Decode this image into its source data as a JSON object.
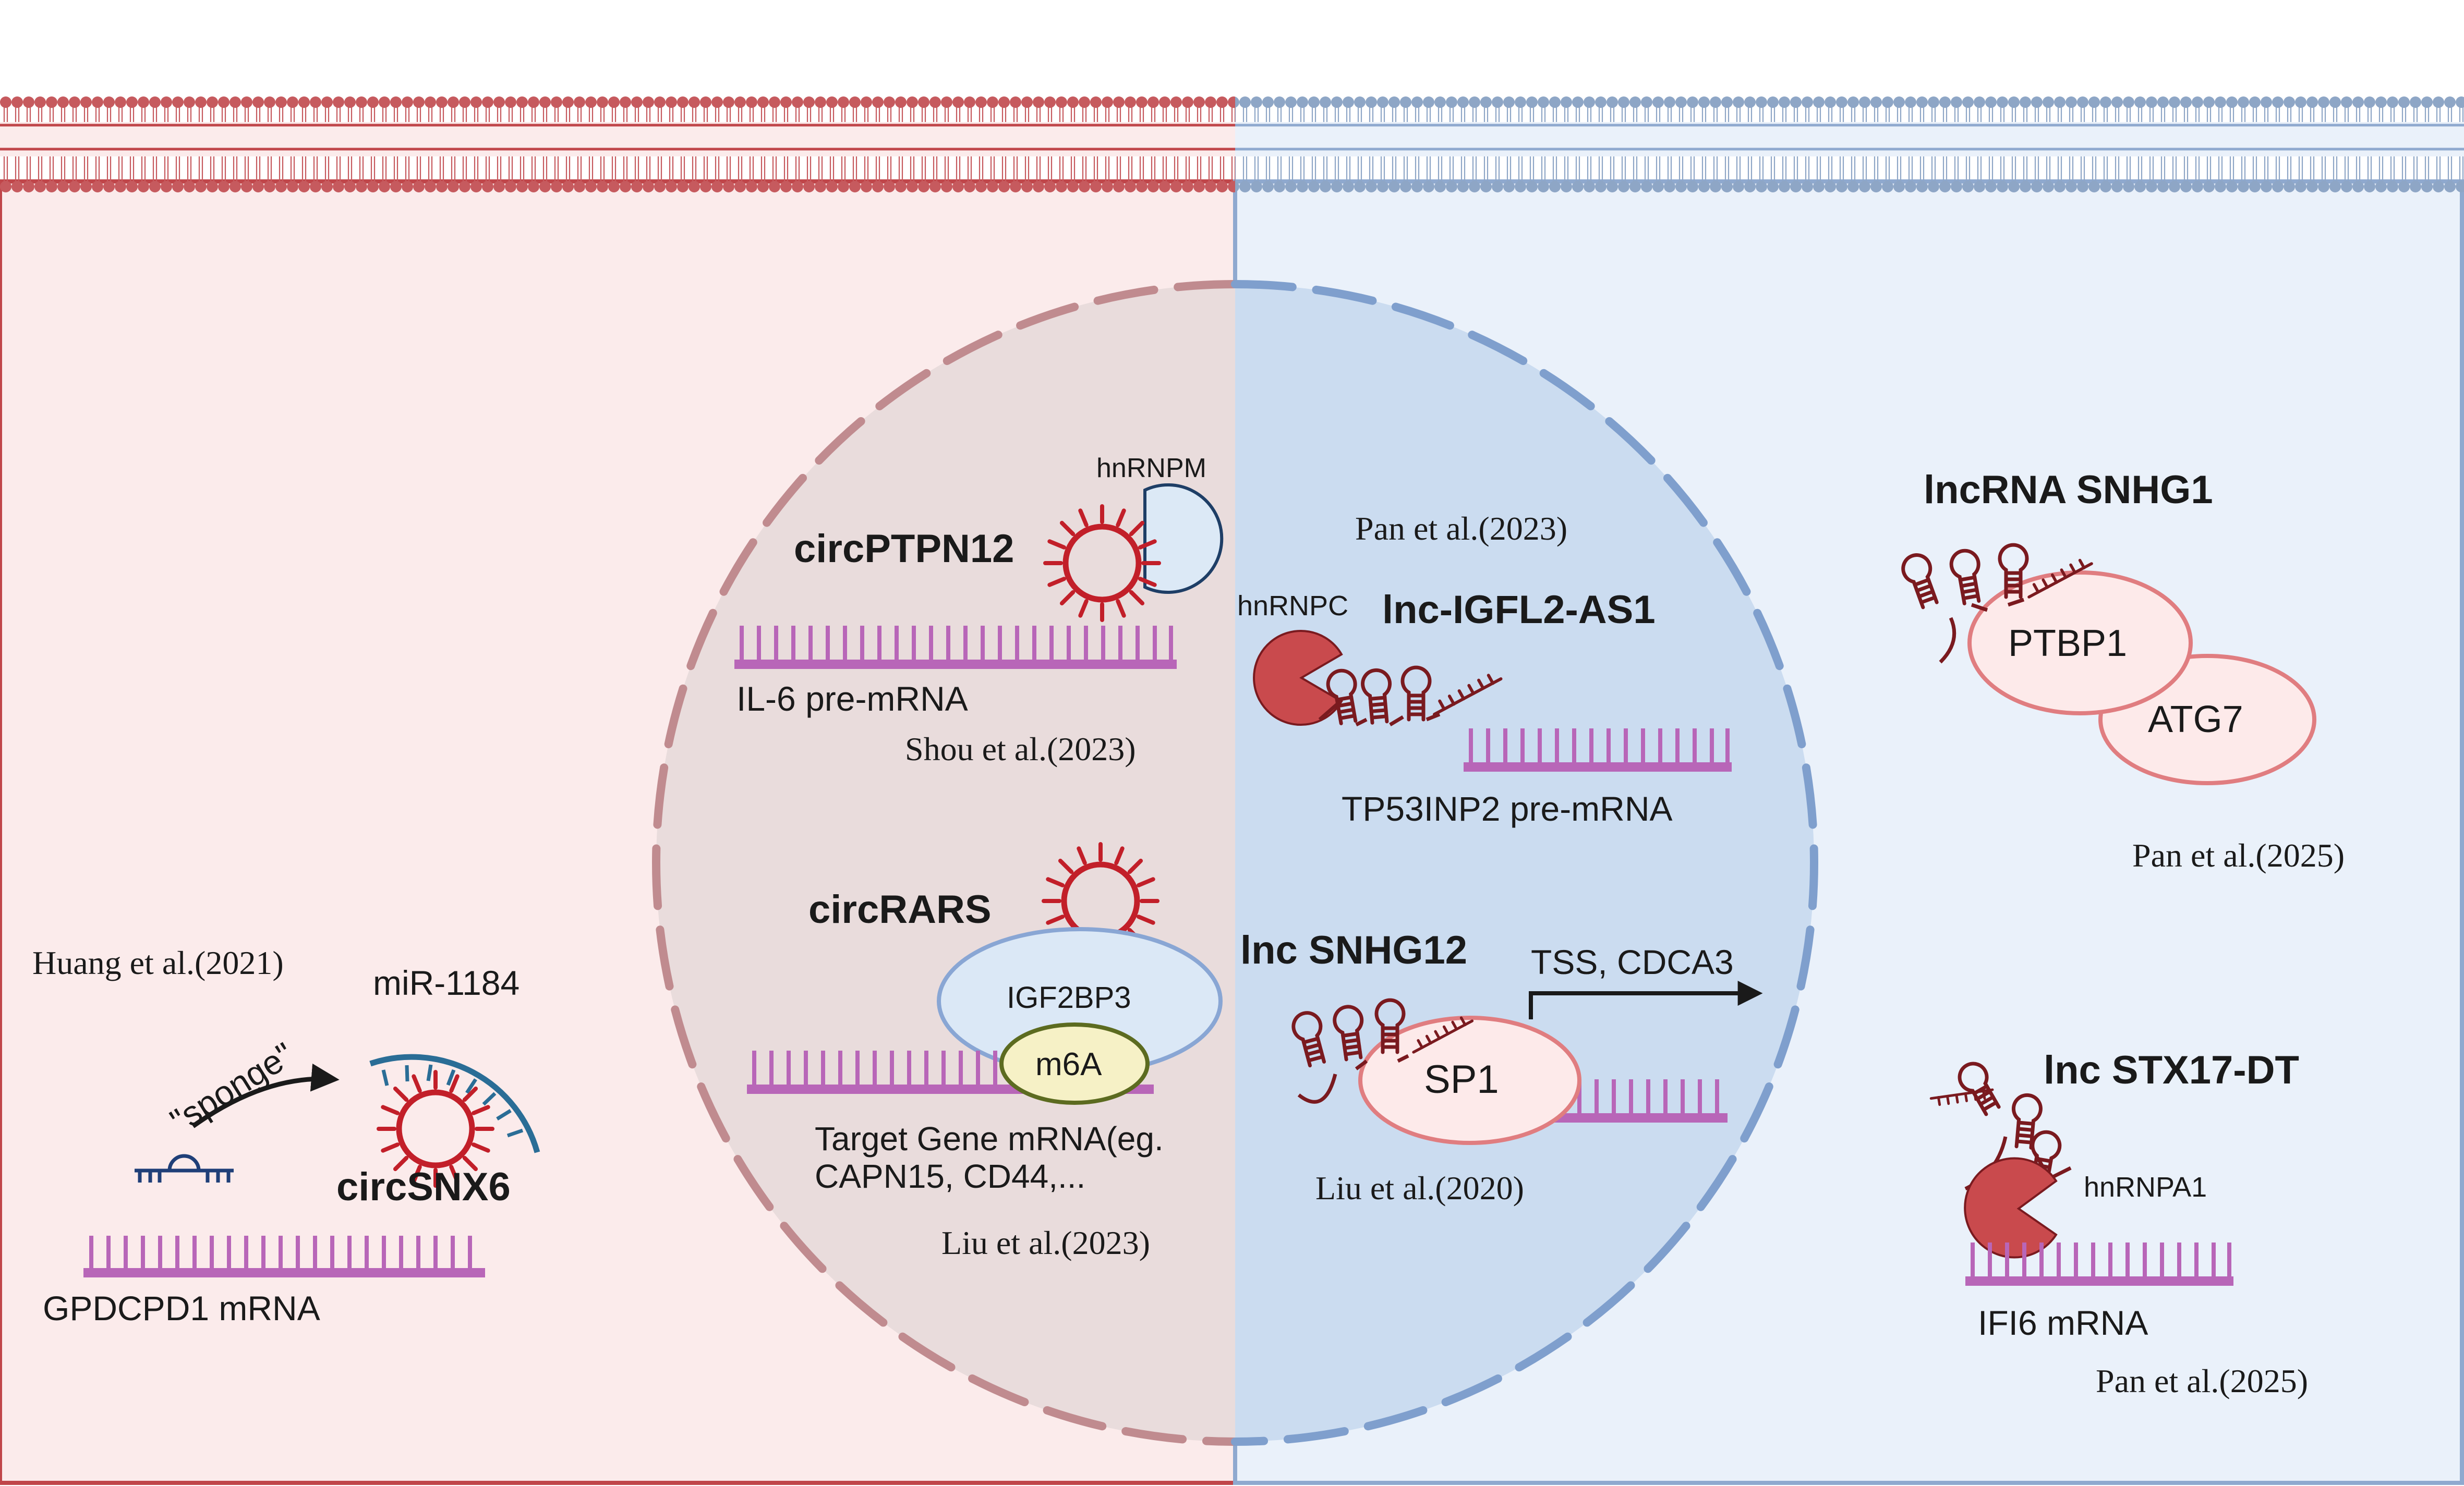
{
  "colors": {
    "left_panel": "#fbebeb",
    "right_panel": "#eaf1fa",
    "left_border": "#c0464a",
    "right_border": "#8fa9cf",
    "left_lipid": "#c65a5e",
    "right_lipid": "#8ea6c6",
    "nucleus_left_fill": "#e9dcdc",
    "nucleus_right_fill": "#cbdcf0",
    "nucleus_left_stroke": "#c08b8f",
    "nucleus_right_stroke": "#7f9fcd",
    "mrna": "#b866b8",
    "circ_rna": "#c21f29",
    "hairpin": "#7a1a1f",
    "mirna": "#2a6d96",
    "hnrnp_red": "#c94a4d",
    "protein_pink_fill": "#fdeaea",
    "protein_pink_stroke": "#e07d80",
    "protein_blue_fill": "#dbe8f6",
    "protein_blue_stroke": "#89a6d4",
    "m6a_fill": "#f6f1c6",
    "m6a_stroke": "#5c6b20"
  },
  "icons": [
    "circular-rna-icon",
    "hairpin-rna-icon",
    "mrna-strand-icon",
    "pacman-protein-icon",
    "arrow-icon",
    "lipid-bilayer-icon"
  ],
  "left": {
    "huang": {
      "citation": "Huang et al.(2021)",
      "mirna": "miR-1184",
      "sponge": "\"sponge\"",
      "circ": "circSNX6",
      "mrna": "GPDCPD1 mRNA"
    }
  },
  "nucleus": {
    "shou": {
      "circ": "circPTPN12",
      "protein": "hnRNPM",
      "mrna": "IL-6 pre-mRNA",
      "citation": "Shou et al.(2023)"
    },
    "liu2023": {
      "circ": "circRARS",
      "protein": "IGF2BP3",
      "mod": "m6A",
      "target_line1": "Target Gene mRNA(eg.",
      "target_line2": "CAPN15, CD44,...",
      "citation": "Liu et al.(2023)"
    },
    "pan2023": {
      "citation": "Pan et al.(2023)",
      "protein": "hnRNPC",
      "lnc": "lnc-IGFL2-AS1",
      "mrna": "TP53INP2 pre-mRNA"
    },
    "liu2020": {
      "lnc": "lnc SNHG12",
      "target": "TSS, CDCA3",
      "protein": "SP1",
      "citation": "Liu et al.(2020)"
    }
  },
  "right": {
    "snhg1": {
      "lnc": "lncRNA SNHG1",
      "protein1": "PTBP1",
      "protein2": "ATG7",
      "citation": "Pan et al.(2025)"
    },
    "stx17": {
      "lnc": "lnc STX17-DT",
      "protein": "hnRNPA1",
      "mrna": "IFI6 mRNA",
      "citation": "Pan et al.(2025)"
    }
  }
}
